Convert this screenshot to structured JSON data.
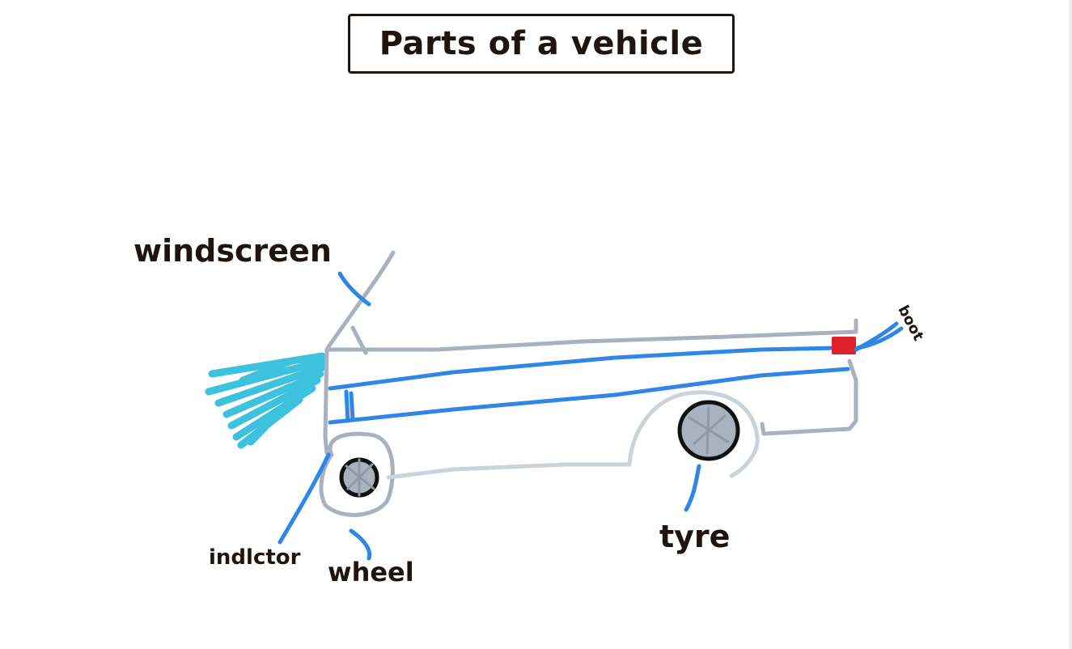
{
  "diagram": {
    "title": "Parts of a vehicle",
    "labels": {
      "windscreen": "windscreen",
      "indicator": "indlctor",
      "wheel": "wheel",
      "tyre": "tyre",
      "boot": "boot"
    },
    "colors": {
      "body_outline": "#a8b2bf",
      "callout_line": "#2f86e6",
      "windscreen_fill": "#3cc2dc",
      "boot_marker": "#e0202a",
      "tyre_outline": "#111111",
      "tyre_fill": "#a9b3c0",
      "text": "#1f1410"
    }
  }
}
